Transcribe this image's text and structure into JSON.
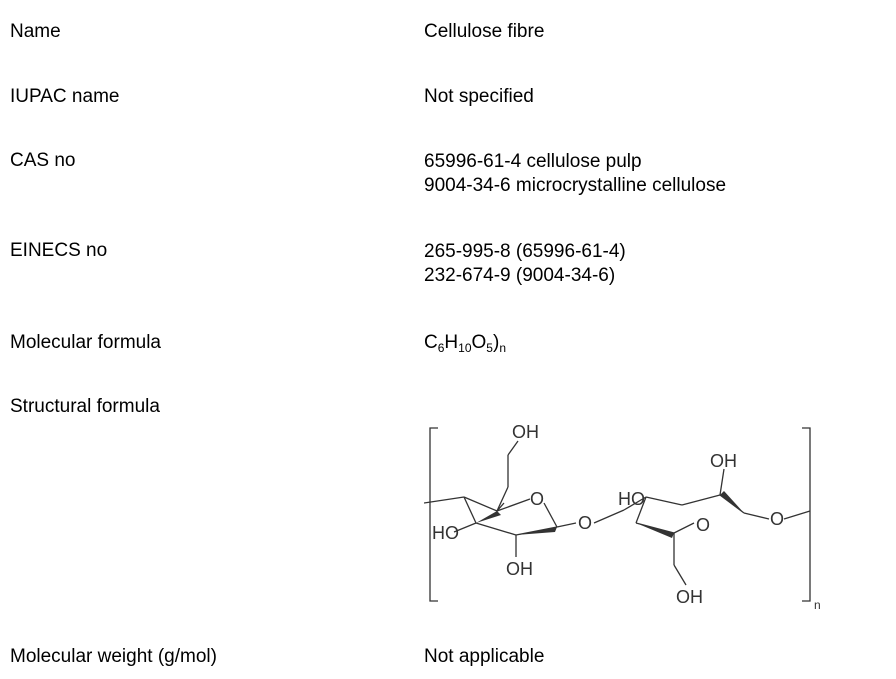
{
  "rows": {
    "name": {
      "label": "Name",
      "value": "Cellulose fibre"
    },
    "iupac": {
      "label": "IUPAC name",
      "value": "Not specified"
    },
    "cas": {
      "label": "CAS no",
      "values": [
        "65996-61-4 cellulose pulp",
        "9004-34-6 microcrystalline cellulose"
      ]
    },
    "einecs": {
      "label": "EINECS no",
      "values": [
        "265-995-8 (65996-61-4)",
        "232-674-9 (9004-34-6)"
      ]
    },
    "formula": {
      "label": "Molecular formula",
      "parts": [
        {
          "text": "C",
          "sub": "6"
        },
        {
          "text": "H",
          "sub": "10"
        },
        {
          "text": "O",
          "sub": "5"
        },
        {
          "text": ")",
          "sub": "n"
        }
      ]
    },
    "structural": {
      "label": "Structural formula",
      "atom_labels": {
        "oh_top": "OH",
        "o_ring1": "O",
        "ho_left": "HO",
        "oh_bottom1": "OH",
        "o_bridge": "O",
        "ho_ring2": "HO",
        "oh_top2": "OH",
        "o_ring2": "O",
        "o_right": "O",
        "oh_bottom2": "OH",
        "subscript_n": "n"
      }
    },
    "weight": {
      "label": "Molecular weight (g/mol)",
      "value": "Not applicable"
    }
  }
}
